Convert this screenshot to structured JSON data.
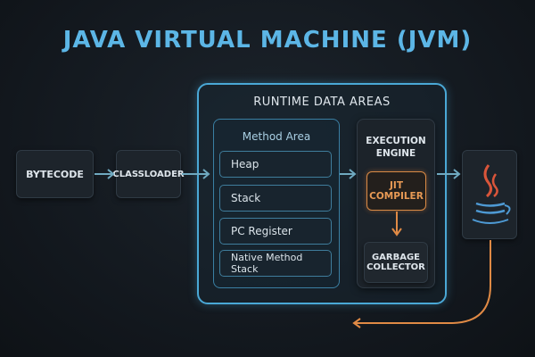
{
  "title": "JAVA VIRTUAL MACHINE (JVM)",
  "bytecode": "BYTECODE",
  "classloader": "CLASSLOADER",
  "runtime": {
    "title": "RUNTIME DATA AREAS",
    "method_area": "Method Area",
    "items": [
      "Heap",
      "Stack",
      "PC Register",
      "Native Method Stack"
    ]
  },
  "execution": {
    "title_1": "EXECUTION",
    "title_2": "ENGINE",
    "jit_1": "JIT",
    "jit_2": "COMPILER",
    "gc_1": "GARBAGE",
    "gc_2": "COLLECTOR"
  },
  "colors": {
    "accent": "#4aa8d6",
    "orange": "#e8833a"
  }
}
